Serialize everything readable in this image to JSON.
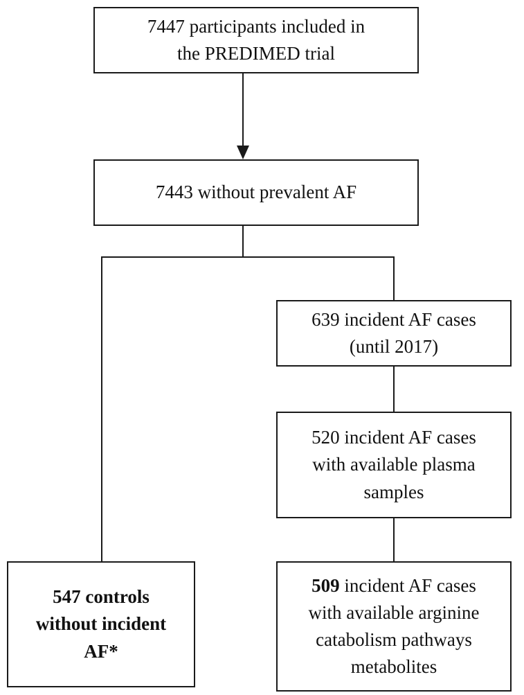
{
  "diagram": {
    "nodes": {
      "trial": {
        "lines": [
          "7447 participants included in",
          "the PREDIMED trial"
        ]
      },
      "no_prevalent_af": {
        "lines": [
          "7443 without prevalent AF"
        ]
      },
      "incident_639": {
        "lines": [
          "639 incident AF cases",
          "(until 2017)"
        ]
      },
      "incident_520": {
        "lines": [
          "520 incident AF cases",
          "with available plasma",
          "samples"
        ]
      },
      "controls_547": {
        "lines": [
          "547 controls",
          "without incident",
          "AF*"
        ]
      },
      "incident_509": {
        "bold_number": "509",
        "line1_rest": " incident AF cases",
        "lines": [
          "with available arginine",
          "catabolism pathways",
          "metabolites"
        ]
      }
    },
    "edges": [
      {
        "from": "trial",
        "to": "no_prevalent_af",
        "arrow": true
      },
      {
        "from": "no_prevalent_af",
        "to": "controls_547",
        "arrow": false
      },
      {
        "from": "no_prevalent_af",
        "to": "incident_639",
        "arrow": false
      },
      {
        "from": "incident_639",
        "to": "incident_520",
        "arrow": false
      },
      {
        "from": "incident_520",
        "to": "incident_509",
        "arrow": false
      }
    ]
  }
}
